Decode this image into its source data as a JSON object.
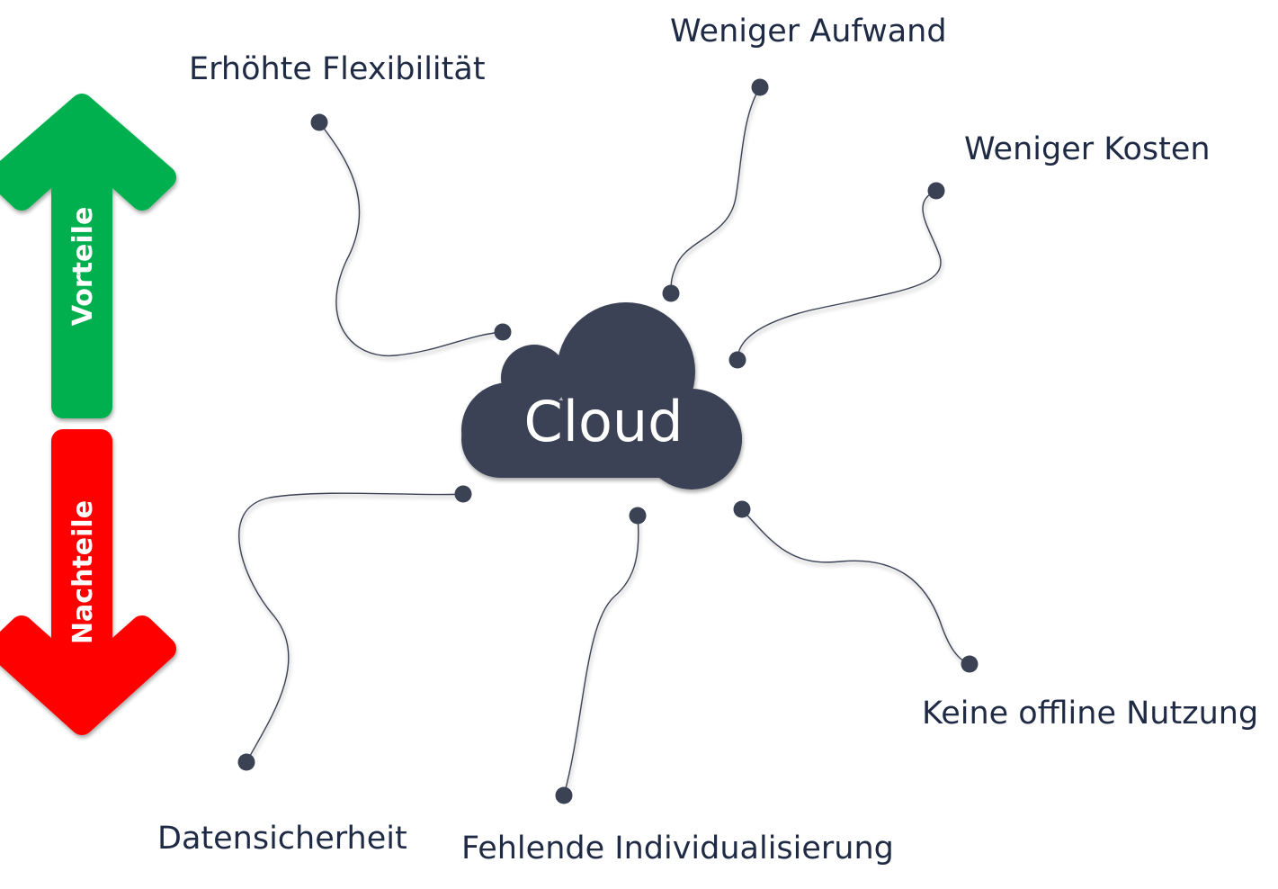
{
  "cloud": {
    "label": "Cloud",
    "color": "#3a4254"
  },
  "arrows": {
    "advantages": {
      "label": "Vorteile",
      "color": "#00b050"
    },
    "disadvantages": {
      "label": "Nachteile",
      "color": "#ff0000"
    }
  },
  "advantages": [
    {
      "label": "Erhöhte Flexibilität"
    },
    {
      "label": "Weniger Aufwand"
    },
    {
      "label": "Weniger Kosten"
    }
  ],
  "disadvantages": [
    {
      "label": "Datensicherheit"
    },
    {
      "label": "Fehlende Individualisierung"
    },
    {
      "label": "Keine offline Nutzung"
    }
  ]
}
